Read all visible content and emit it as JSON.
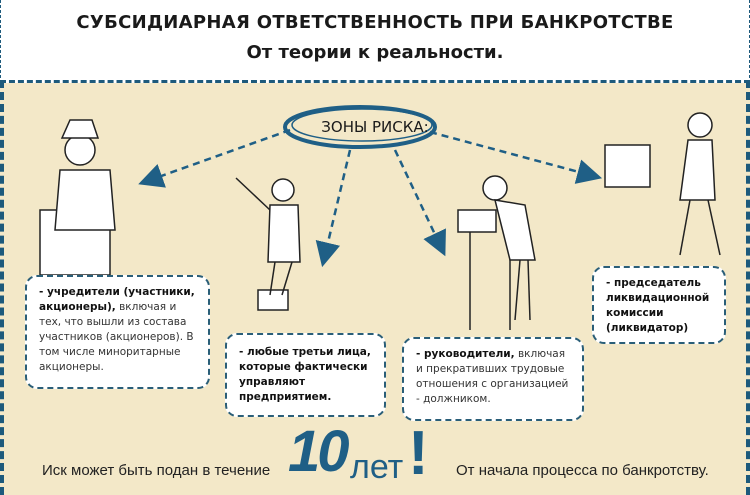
{
  "header": {
    "title": "СУБСИДИАРНАЯ ОТВЕТСТВЕННОСТЬ ПРИ БАНКРОТСТВЕ",
    "subtitle": "От теории к реальности."
  },
  "center_label": "ЗОНЫ РИСКА:",
  "boxes": [
    {
      "bold": "- учредители (участники, акционеры),",
      "text": " включая и тех, что вышли из состава участников (акционеров). В том числе миноритарные акционеры."
    },
    {
      "bold": "- любые третьи лица, которые фактически управляют предприятием.",
      "text": ""
    },
    {
      "bold": "- руководители,",
      "text": " включая и прекративших трудовые отношения с организацией - должником."
    },
    {
      "bold": "- председатель ликвидационной комиссии (ликвидатор)",
      "text": ""
    }
  ],
  "footer": {
    "left": "Иск может быть подан в течение",
    "number": "10",
    "unit": "лет",
    "exclamation": "!",
    "right": "От начала процесса по банкротству."
  },
  "colors": {
    "accent": "#1f5f86",
    "background": "#f3e8c8",
    "border": "#1d5a7c"
  }
}
